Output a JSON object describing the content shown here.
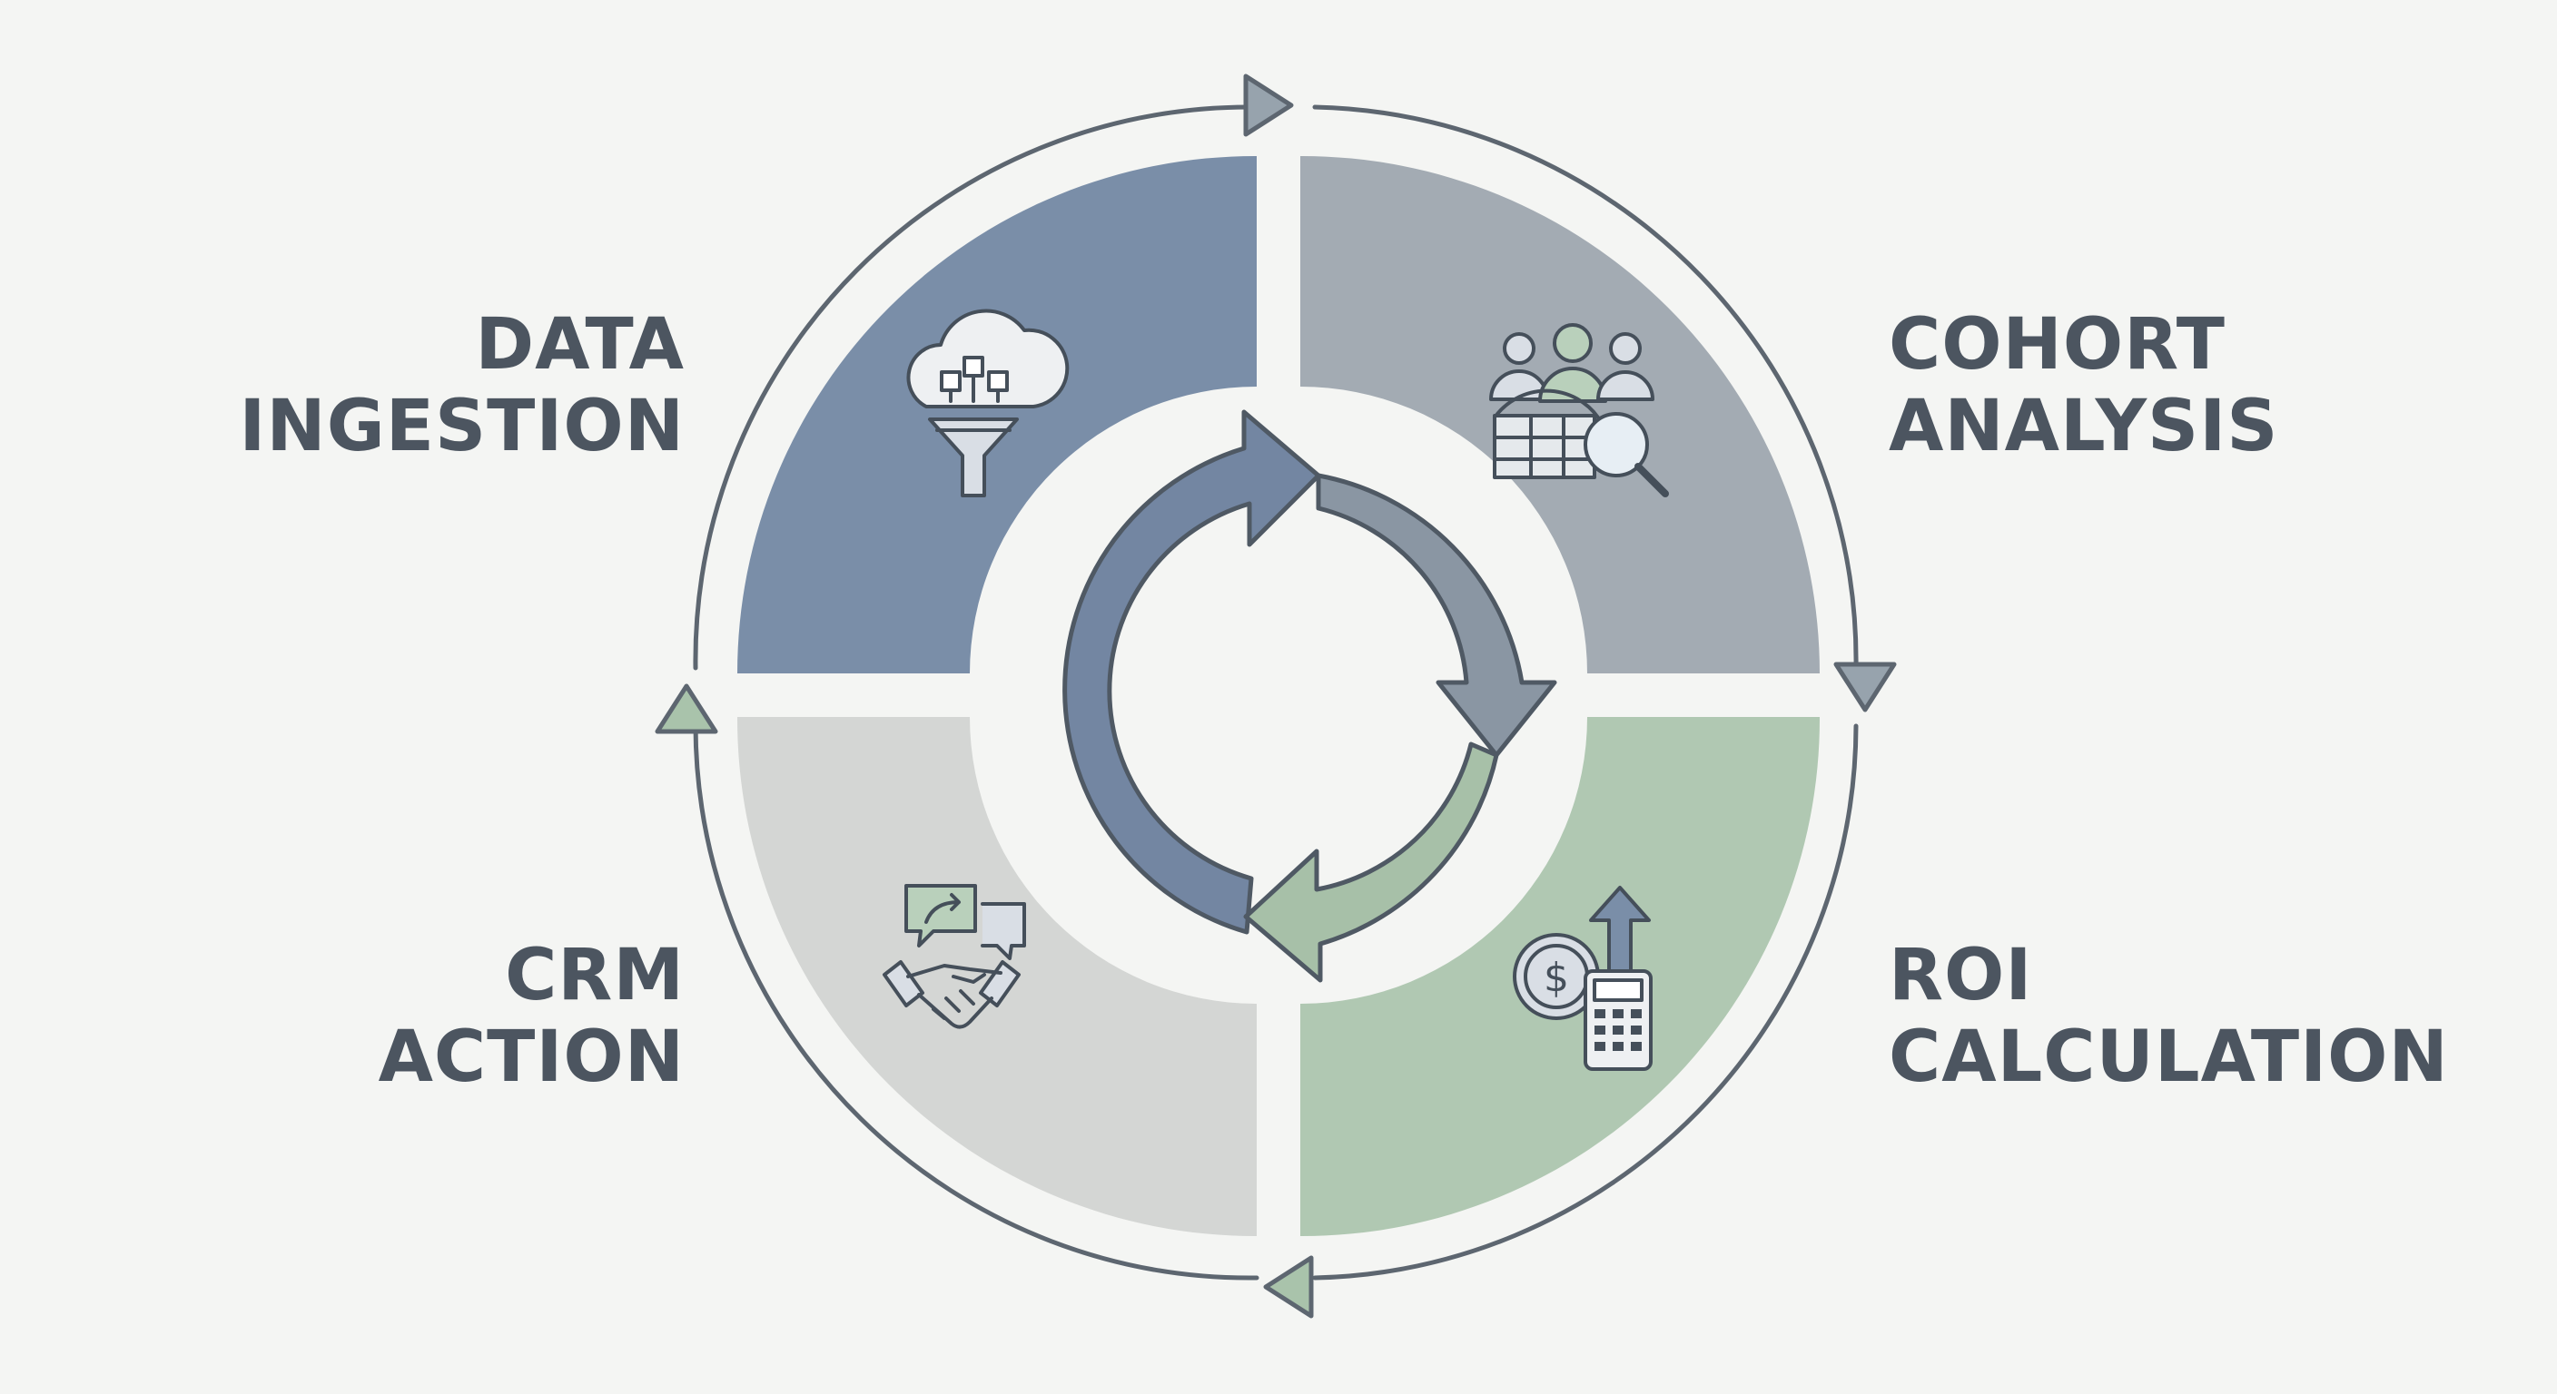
{
  "stages": [
    {
      "id": "data-ingestion",
      "line1": "DATA",
      "line2": "INGESTION",
      "icon": "cloud-funnel-icon",
      "color": "#7a8ea8"
    },
    {
      "id": "cohort-analysis",
      "line1": "COHORT",
      "line2": "ANALYSIS",
      "icon": "people-magnifier-icon",
      "color": "#a3abb3"
    },
    {
      "id": "roi-calculation",
      "line1": "ROI",
      "line2": "CALCULATION",
      "icon": "money-calculator-icon",
      "color": "#b0c8b2"
    },
    {
      "id": "crm-action",
      "line1": "CRM",
      "line2": "ACTION",
      "icon": "handshake-chat-icon",
      "color": "#d4d6d4"
    }
  ],
  "colors": {
    "background": "#f4f5f3",
    "outline": "#5d6670",
    "label_text": "#4c5560",
    "inner_arrow_blue": "#7386a2",
    "inner_arrow_gray": "#8a96a3",
    "inner_arrow_green": "#a7c0a8",
    "arrowhead_gray": "#97a3ad",
    "arrowhead_green": "#a9c3ab"
  }
}
